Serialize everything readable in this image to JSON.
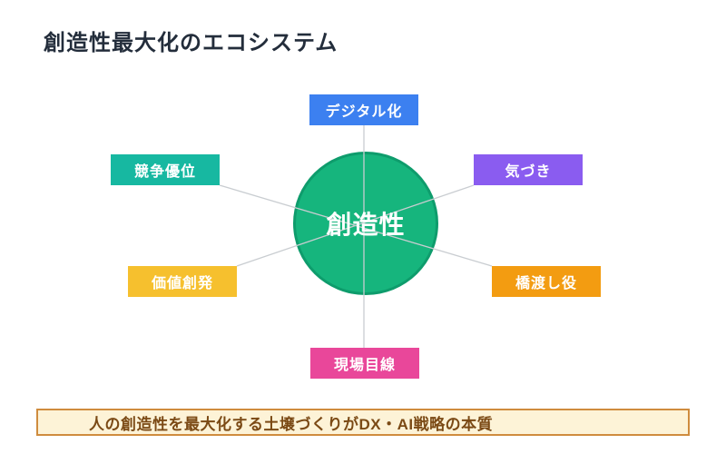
{
  "title": "創造性最大化のエコシステム",
  "center": {
    "label": "創造性",
    "fill": "#16b57d",
    "border": "#0e9c6c",
    "text_color": "#ffffff"
  },
  "nodes": [
    {
      "id": "digitalization",
      "label": "デジタル化",
      "color": "#3c80f0"
    },
    {
      "id": "competitive-advantage",
      "label": "競争優位",
      "color": "#17b8a1"
    },
    {
      "id": "awareness",
      "label": "気づき",
      "color": "#8a5cf0"
    },
    {
      "id": "value-emergence",
      "label": "価値創発",
      "color": "#f6c02e"
    },
    {
      "id": "bridge-role",
      "label": "橋渡し役",
      "color": "#f39c11"
    },
    {
      "id": "genba-perspective",
      "label": "現場目線",
      "color": "#e9479a"
    }
  ],
  "connector_color": "#c9cdd1",
  "banner": {
    "text": "人の創造性を最大化する土壌づくりがDX・AI戦略の本質",
    "bg": "#fdf3d7",
    "border": "#cf8c3e",
    "text_color": "#7b4a15"
  },
  "title_color": "#232d3b"
}
